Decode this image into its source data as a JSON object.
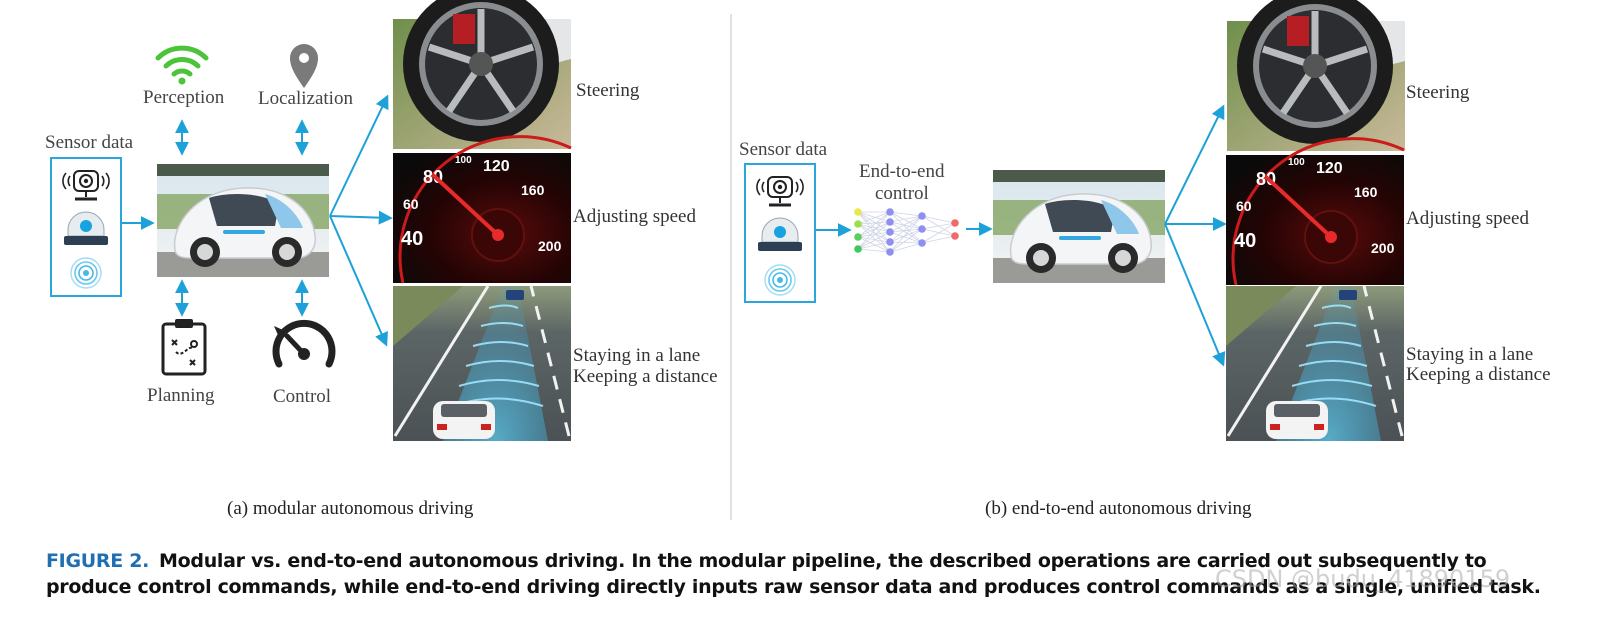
{
  "left": {
    "sensor_label": "Sensor data",
    "modules": {
      "perception": "Perception",
      "localization": "Localization",
      "planning": "Planning",
      "control": "Control"
    },
    "subtitle": "(a) modular autonomous driving"
  },
  "right": {
    "sensor_label": "Sensor data",
    "e2e_label_line1": "End-to-end",
    "e2e_label_line2": "control",
    "subtitle": "(b) end-to-end autonomous driving"
  },
  "outputs": {
    "steering": "Steering",
    "speed": "Adjusting speed",
    "lane": "Staying in a lane",
    "distance": "Keeping a distance"
  },
  "caption": {
    "figure_label": "FIGURE 2.",
    "text": "Modular vs. end-to-end autonomous driving. In the modular pipeline, the described operations are carried out subsequently to produce control commands, while end-to-end driving directly inputs raw sensor data and produces control commands as a single, unified task."
  },
  "watermark": "CSDN @budu_41890159",
  "speedometer_ticks": [
    "40",
    "60",
    "80",
    "100",
    "120",
    "160",
    "200"
  ],
  "colors": {
    "arrow": "#1ea1d8",
    "box_border": "#2aa6dc",
    "wifi": "#4cc43a",
    "pin": "#777777",
    "caption_accent": "#1f6fb2"
  }
}
